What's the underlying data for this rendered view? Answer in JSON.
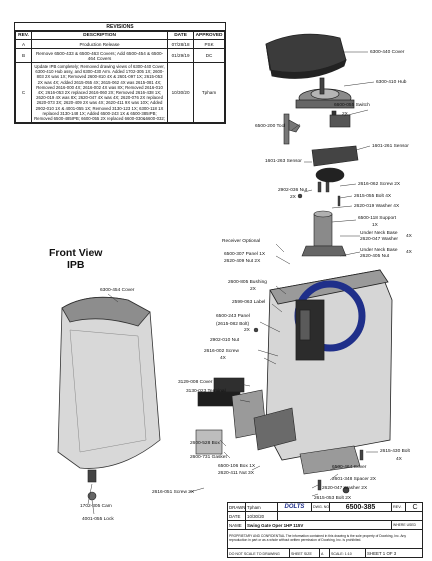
{
  "revisions": {
    "title": "REVISIONS",
    "headers": {
      "rev": "REV.",
      "description": "DESCRIPTION",
      "date": "DATE",
      "approved": "APPROVED"
    },
    "rows": [
      {
        "rev": "A",
        "description": "Production Release",
        "date": "07/28/18",
        "approved": "PSK"
      },
      {
        "rev": "B",
        "description": "Remove 6500-433 & 6500-463 Covers; Add 6500-454 & 6500-464 Covers",
        "date": "01/29/19",
        "approved": "DC"
      },
      {
        "rev": "C",
        "description": "Update IPB completely; Removed drawing views of 6300-440 Cover, 6300-410 Hub assy, and 6300-430 Arm. Added 1702-305 1X; 2600-803 2X was 1X; Removed 2600-810 4X & 2601-097 1X; 2615-053 2X was 4X; Added 2615-055 4X; 2615-062 4X was 2615-081 4X; Removed 2616-000 4X; 2616-002 4X was 8X; Removed 2616-010 4X; 2616-053 2X replaced 2616-060 2X; Removed 2616-438 1X; 2620-019 4X was 8X; 2620-047 4X was 4X; 2620-076 2X replaced 2620-073 3X; 2620-409 2X was 4X; 2620-411 9X was 10X; Added 2902-010 1X & 4001-055 1X; Removed 3130-123 1X; 6300-118 1X replaced 3130-148 1X; Added 6500-243 1X & 6500-385IPB; Removed 6500-485IPB; 6600-055 2X replaced 6600-030&6600-032;",
        "date": "10/30/20",
        "approved": "Tpham"
      }
    ]
  },
  "front_view": {
    "line1": "Front View",
    "line2": "IPB"
  },
  "labels": {
    "cover_6300_440": "6300-440 Cover",
    "hub_6300_410": "6300-410 Hub",
    "switch_6600_055": "6600-055 Switch",
    "switch_qty": "2X",
    "tool_6500_200": "6500-200 Tool",
    "sensor_1601_261": "1601-261 Sensor",
    "sensor_1601_263": "1601-263 Sensor",
    "nut_2902_036": "2902-036 Nut",
    "nut_2902_036_qty": "2X",
    "screw_2616_062": "2616-062 Screw  2X",
    "bolt_2615_055": "2615-055 Bolt  4X",
    "washer_2620_019": "2620-019 Washer  4X",
    "support_6500_118": "6500-118 Support",
    "support_qty": "1X",
    "neck_base": "Under Neck Base",
    "washer_2620_047": "2620-047 Washer",
    "neck_base2": "Under Neck Base",
    "nut_2620_405": "2620-405 Nut",
    "qty_4x_a": "4X",
    "qty_4x_b": "4X",
    "receiver": "Receiver Optional",
    "panel_6500_307": "6500-307 Panel  1X",
    "nut_2620_409": "2620-409 Nut  2X",
    "bushing_2600_805": "2600-805 Bushing",
    "bushing_qty": "2X",
    "label_2599_063": "2599-063 Label",
    "panel_6500_243": "6500-243 Panel",
    "bolt_2615_082": "(2615-082 Bolt)",
    "bolt_qty": "2X",
    "nut_2902_010": "2902-010 Nut",
    "screw_2616_002": "2616-002 Screw",
    "screw_2616_002_qty": "4X",
    "cover_6300_454": "6300-454 Cover",
    "cover_3129_008": "3129-008 Cover",
    "terminal_3130_023": "3130-023 Terminal",
    "box_2600_528": "2600-528 Box",
    "gasket_2600_731": "2600-731 Gasket",
    "box_6500_106": "6500-106 Box  1X",
    "nut_2620_411": "2620-411 Nut  3X",
    "bolt_2615_430": "2615-430 Bolt",
    "bolt_2615_430_qty": "4X",
    "cover_6500_464": "6500-464 Cover",
    "spacer_2601_348": "2601-348 Spacer 2X",
    "washer_2620_047b": "2620-047 Washer 2X",
    "bolt_2615_053": "2615-053 Bolt 2X",
    "screw_2616_051": "2616-051 Screw  2X",
    "cam_1702_305": "1702-305 Cam",
    "lock_4001_055": "4001-055 Lock"
  },
  "title_block": {
    "drawn_label": "DRAWN",
    "drawn_value": "Tpham",
    "date_label": "DATE",
    "date_value": "10/30/20",
    "logo": "DOLTS",
    "dwg_label": "DWG. NO.",
    "dwg_value": "6500-385",
    "rev_label": "REV.",
    "rev_value": "C",
    "name_label": "NAME",
    "name_value": "Swing Gate Oper 1HP 115V",
    "where_used_label": "WHERE USED",
    "note": "PROPRIETARY AND CONFIDENTIAL The information contained in this drawing is the sole property of Doorking, Inc. Any reproduction in part or as a whole without written permission of Doorking, Inc. is prohibited.",
    "scale_note": "DO NOT SCALE TO DRAWING",
    "sheet_size": "SHEET SIZE",
    "sheet_size_value": "A",
    "scale": "SCALE: 1:10",
    "sheet": "SHEET 1 OF 3"
  }
}
